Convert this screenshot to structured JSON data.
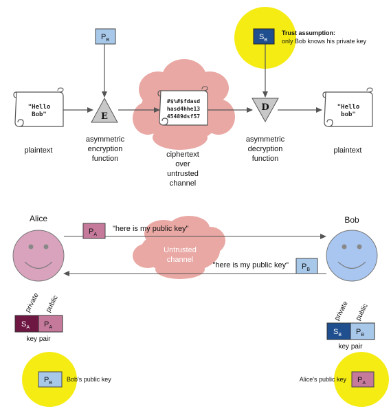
{
  "encryption": {
    "plaintext_left": {
      "line1": "\"Hello",
      "line2": "Bob\"",
      "label": "plaintext"
    },
    "public_key": {
      "letter": "P",
      "sub": "B"
    },
    "encrypt_fn": {
      "symbol": "E",
      "label1": "asymmetric",
      "label2": "encryption",
      "label3": "function"
    },
    "ciphertext": {
      "line1": "#$%#$fdasd",
      "line2": "hasd4hhe13",
      "line3": "45489dsf57",
      "label1": "ciphertext",
      "label2": "over",
      "label3": "untrusted",
      "label4": "channel"
    },
    "trust": {
      "key_letter": "S",
      "key_sub": "B",
      "title": "Trust assumption:",
      "text": "only Bob knows his private key"
    },
    "decrypt_fn": {
      "symbol": "D",
      "label1": "asymmetric",
      "label2": "decryption",
      "label3": "function"
    },
    "plaintext_right": {
      "line1": "\"Hello",
      "line2": "bob\"",
      "label": "plaintext"
    }
  },
  "exchange": {
    "alice": {
      "name": "Alice",
      "sent_key": {
        "letter": "P",
        "sub": "A"
      },
      "sent_message": "\"here is my public key\"",
      "keypair": {
        "private_label": "private",
        "public_label": "public",
        "private_key": {
          "letter": "S",
          "sub": "A"
        },
        "public_key": {
          "letter": "P",
          "sub": "A"
        },
        "label": "key pair"
      },
      "knows": {
        "key": {
          "letter": "P",
          "sub": "B"
        },
        "text": "Bob's public key"
      }
    },
    "bob": {
      "name": "Bob",
      "sent_key": {
        "letter": "P",
        "sub": "B"
      },
      "sent_message": "\"here is my public key\"",
      "keypair": {
        "private_label": "private",
        "public_label": "public",
        "private_key": {
          "letter": "S",
          "sub": "B"
        },
        "public_key": {
          "letter": "P",
          "sub": "B"
        },
        "label": "key pair"
      },
      "knows": {
        "key": {
          "letter": "P",
          "sub": "A"
        },
        "text": "Alice's public key"
      }
    },
    "channel": {
      "line1": "Untrusted",
      "line2": "channel"
    }
  },
  "colors": {
    "bob_public": "#a8c8ea",
    "bob_private": "#1f4f8f",
    "alice_public": "#c57a9c",
    "alice_private": "#6e1743",
    "alice_face": "#d9a3bd",
    "bob_face": "#a8c6f0",
    "cloud": "#e9a8a4",
    "highlight": "#f5ec14",
    "triangle": "#c8c8c8"
  }
}
